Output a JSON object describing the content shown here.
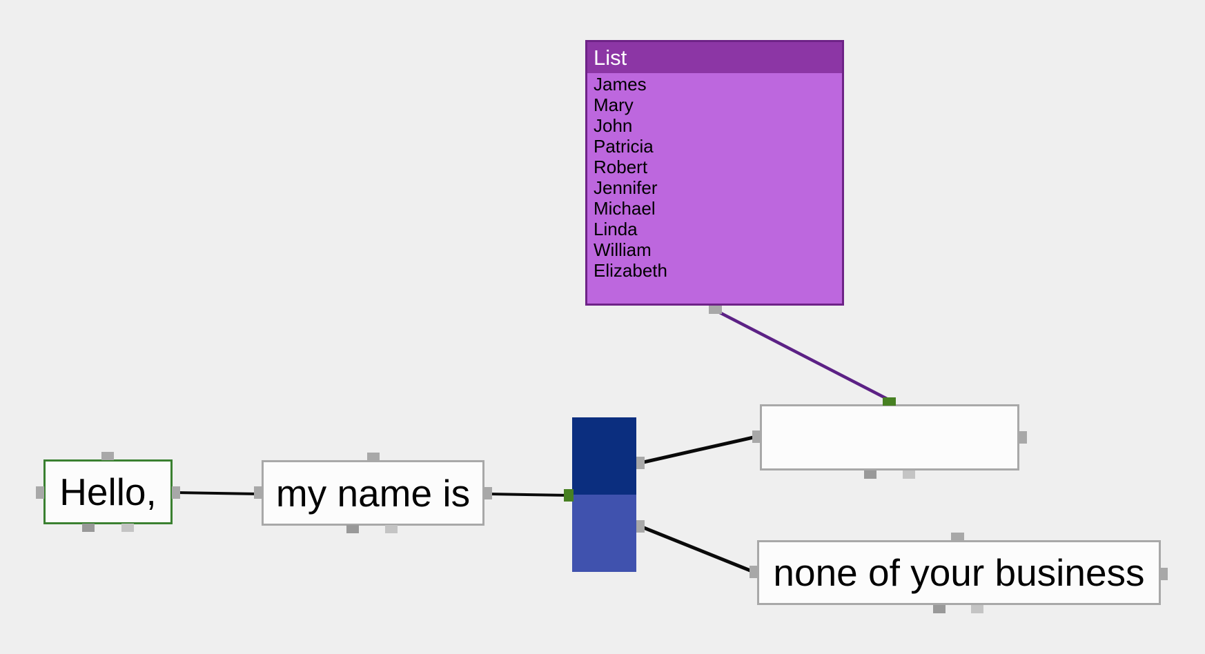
{
  "colors": {
    "canvas_bg": "#efefef",
    "node_bg": "#fcfcfc",
    "node_border": "#a8a8a8",
    "selected_border": "#3a8030",
    "port": "#a8a8a8",
    "port_dark": "#999999",
    "port_light": "#c4c4c4",
    "connector_green": "#478022",
    "wire": "#0a0a0a",
    "wire_purple": "#5c2185",
    "junction_top": "#0b2e7f",
    "junction_bottom": "#4052ae",
    "list_header_bg": "#8c36a5",
    "list_body_bg": "#bd67de",
    "list_border": "#6e2387",
    "list_title_color": "#ffffff"
  },
  "list_node": {
    "title": "List",
    "items": [
      "James",
      "Mary",
      "John",
      "Patricia",
      "Robert",
      "Jennifer",
      "Michael",
      "Linda",
      "William",
      "Elizabeth"
    ]
  },
  "nodes": {
    "hello": {
      "label": "Hello,",
      "selected": true
    },
    "my_name_is": {
      "label": "my name is"
    },
    "result": {
      "label": ""
    },
    "none_of_your_business": {
      "label": "none of your business"
    }
  }
}
